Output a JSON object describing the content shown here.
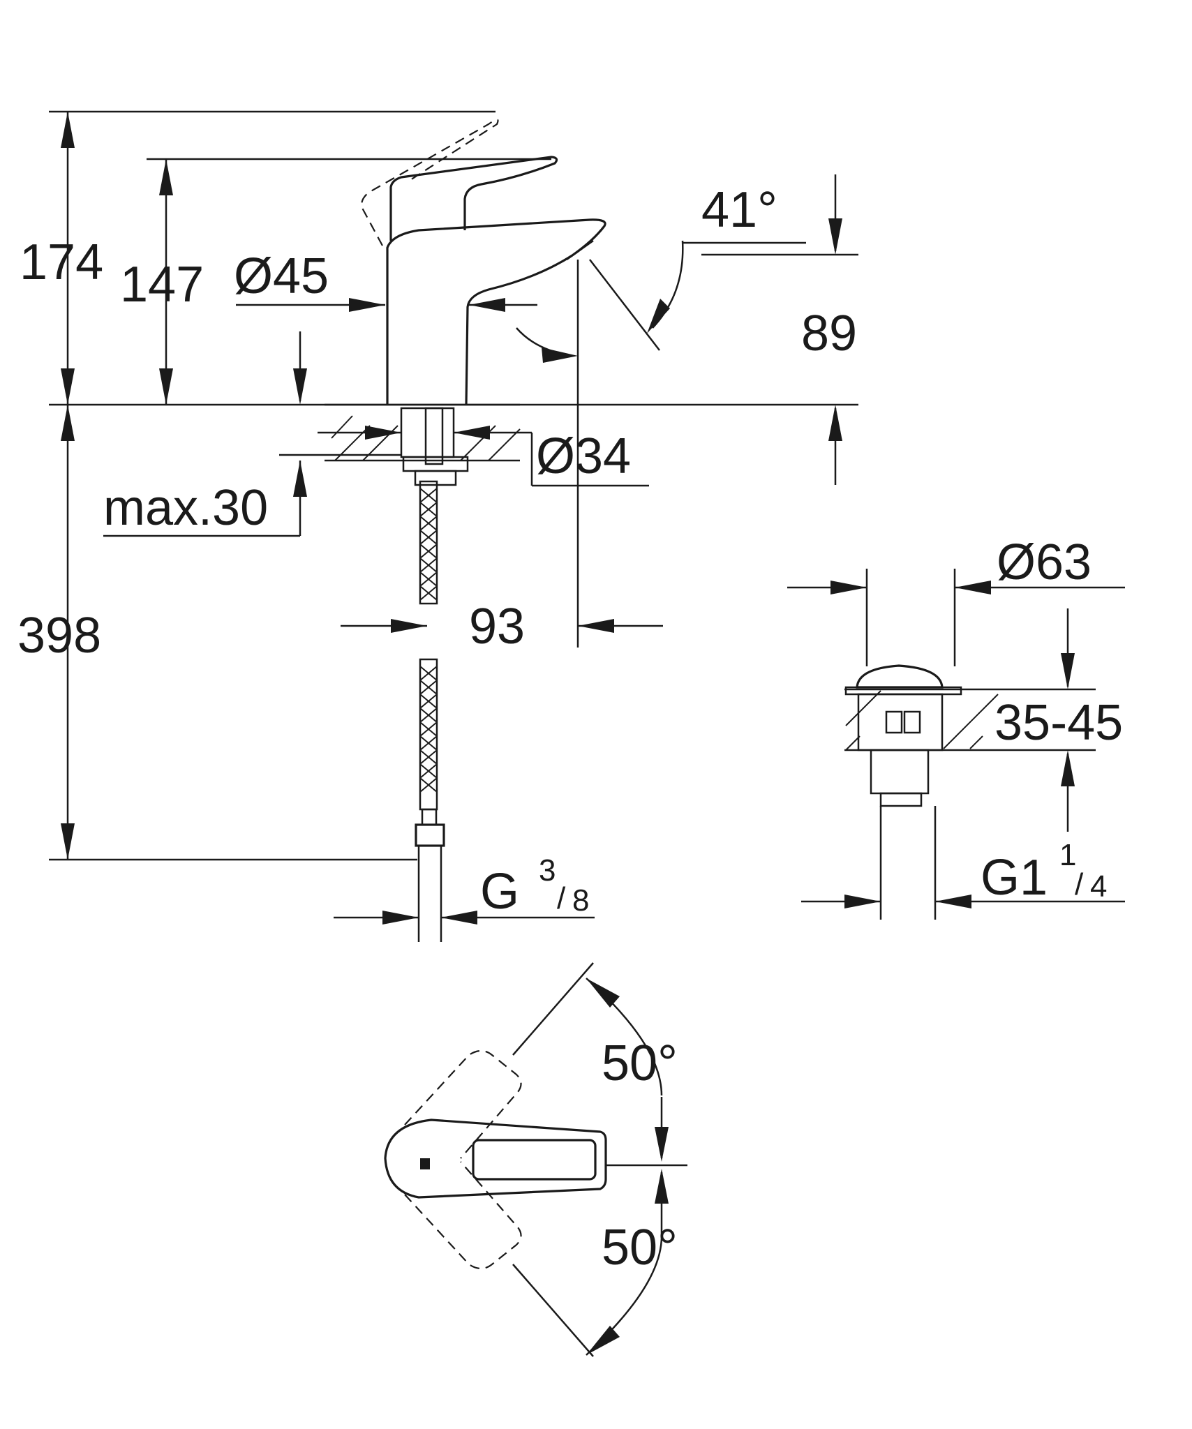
{
  "dimensions": {
    "total_height": "174",
    "spout_height": "147",
    "body_diameter": "Ø45",
    "spout_angle": "41°",
    "outlet_height": "89",
    "hole_diameter": "Ø34",
    "max_thickness": "max.30",
    "spout_reach": "93",
    "hose_length": "398",
    "hose_thread_main": "G",
    "hose_thread_num": "3",
    "hose_thread_den": "8",
    "waste_diameter": "Ø63",
    "waste_range": "35-45",
    "waste_thread_main": "G1",
    "waste_thread_num": "1",
    "waste_thread_den": "4",
    "lever_angle_top": "50°",
    "lever_angle_bottom": "50°"
  },
  "colors": {
    "line": "#1a1a1a",
    "background": "#ffffff"
  }
}
